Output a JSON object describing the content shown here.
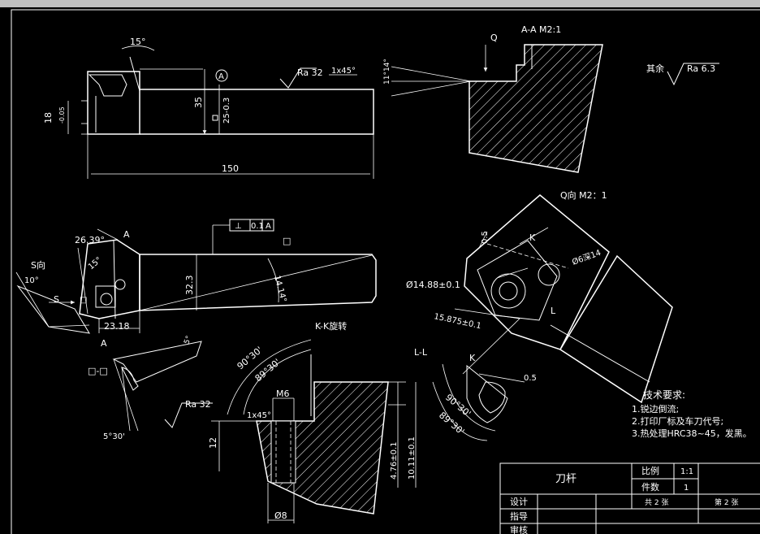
{
  "top_view": {
    "angle_15": "15°",
    "datum_a": "A",
    "roughness": "Ra 32",
    "chamfer": "1x45°",
    "dim_35": "35",
    "dim_25": "25-0.3",
    "dim_18": "18",
    "dim_18_tol": "-0.05",
    "dim_150": "150"
  },
  "section_aa": {
    "title": "A-A M2:1",
    "arrow_q": "Q",
    "angle": "11°14°"
  },
  "rest_roughness": {
    "prefix": "其余",
    "value": "Ra 6.3"
  },
  "front_view": {
    "tolerance_frame": [
      "⊥",
      "0.1",
      "A"
    ],
    "label_a_top": "A",
    "label_a_bottom": "A",
    "box_mark": "□",
    "angle_2639": "26.39°",
    "angle_15": "15°",
    "dim_323": "32.3",
    "angle_1414": "14.14°",
    "dim_2318": "23.18",
    "s_view_label": "S向",
    "angle_10": "10°",
    "s_arrow": "S",
    "box_small": "□"
  },
  "section_box": {
    "label": "□-□",
    "angle_5": "5°",
    "angle_530": "5°30'"
  },
  "section_kk": {
    "title": "K-K旋转",
    "angle_9030": "90°30'",
    "angle_8930": "89°30'",
    "roughness": "Ra 32",
    "chamfer": "1x45°",
    "thread": "M6",
    "dim_12": "12",
    "dim_476": "4.76±0.1",
    "dim_1011": "10.11±0.1",
    "dim_phi8": "Ø8"
  },
  "q_view": {
    "title": "Q向 M2：1",
    "dim_05_top": "0.5",
    "k_top": "K",
    "hole": "Ø6深14",
    "dim_phi1488": "Ø14.88±0.1",
    "l_right": "L",
    "dim_15875": "15.875±0.1",
    "ll_label": "L-L",
    "k_bottom": "K",
    "dim_05_bottom": "0.5",
    "angle_9030": "90°30'",
    "angle_8930": "89°30'"
  },
  "tech_requirements": {
    "title": "技术要求:",
    "items": [
      "1.锐边倒流;",
      "2.打印厂标及车刀代号;",
      "3.热处理HRC38~45，发黑。"
    ]
  },
  "title_block": {
    "part_name": "刀杆",
    "scale_label": "比例",
    "scale_value": "1:1",
    "count_label": "件数",
    "count_value": "1",
    "sheets_total": "共 2 张",
    "sheet_no": "第 2 张",
    "designer": "设计",
    "guide": "指导",
    "review": "审核"
  }
}
